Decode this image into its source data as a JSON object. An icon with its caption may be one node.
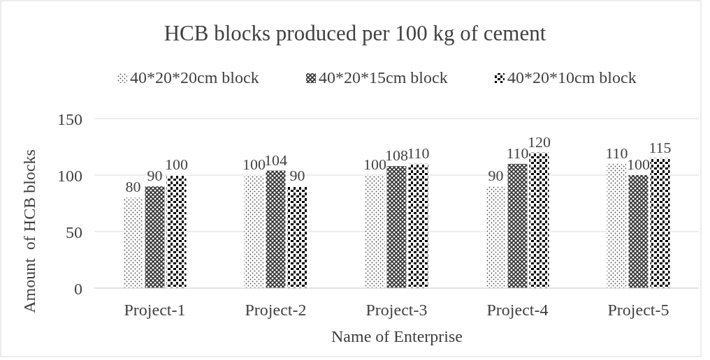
{
  "diagram": {
    "chart_data": {
      "type": "bar",
      "title": "HCB blocks produced per 100 kg of cement",
      "xlabel": "Name of Enterprise",
      "ylabel": "Amount  of HCB blocks",
      "categories": [
        "Project-1",
        "Project-2",
        "Project-3",
        "Project-4",
        "Project-5"
      ],
      "series": [
        {
          "name": "40*20*20cm block",
          "values": [
            80,
            100,
            100,
            90,
            110
          ]
        },
        {
          "name": "40*20*15cm block",
          "values": [
            90,
            104,
            108,
            110,
            100
          ]
        },
        {
          "name": "40*20*10cm block",
          "values": [
            100,
            90,
            110,
            120,
            115
          ]
        }
      ],
      "legend": "top",
      "ylim": [
        0,
        150
      ],
      "yticks": [
        0,
        50,
        100,
        150
      ],
      "data_labels": true
    }
  }
}
